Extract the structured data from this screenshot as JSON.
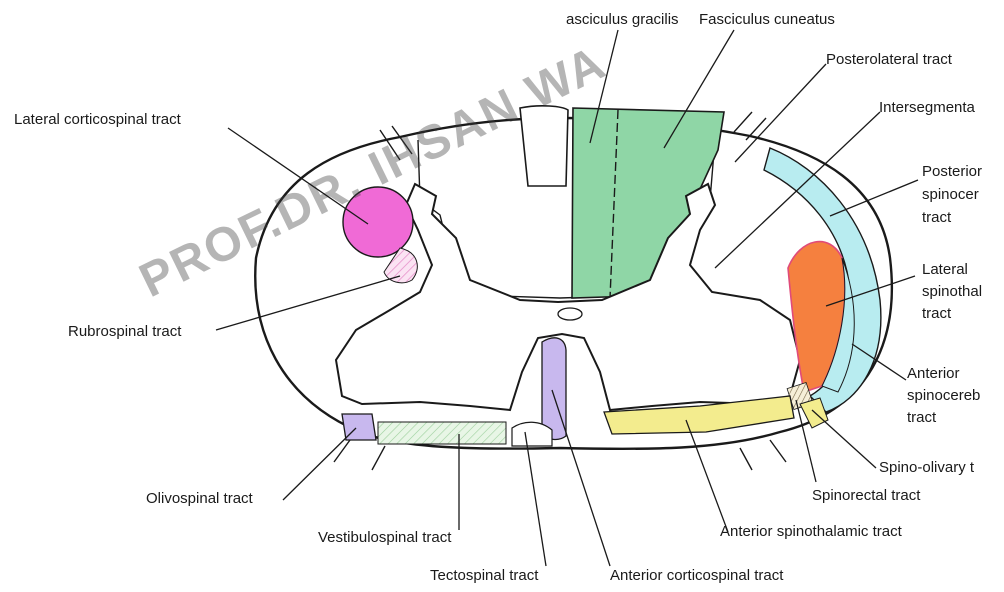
{
  "watermark": "PROF.DR. IHSAN WA",
  "labels": {
    "fasciculus_gracilis": "asciculus gracilis",
    "fasciculus_cuneatus": "Fasciculus cuneatus",
    "posterolateral_tract": "Posterolateral tract",
    "intersegmental": "Intersegmenta",
    "lateral_corticospinal": "Lateral corticospinal tract",
    "posterior_spinocerebellar": [
      "Posterior",
      "spinocer",
      "tract"
    ],
    "lateral_spinothalamic": [
      "Lateral",
      "spinothal",
      "tract"
    ],
    "rubrospinal": "Rubrospinal tract",
    "anterior_spinocerebellar": [
      "Anterior",
      "spinocereb",
      "tract"
    ],
    "spino_olivary": "Spino-olivary t",
    "spinorectal": "Spinorectal tract",
    "olivospinal": "Olivospinal tract",
    "anterior_spinothalamic": "Anterior spinothalamic tract",
    "vestibulospinal": "Vestibulospinal tract",
    "tectospinal": "Tectospinal tract",
    "anterior_corticospinal": "Anterior corticospinal tract"
  },
  "colors": {
    "fasciculus": "#8fd6a6",
    "lateral_corticospinal": "#f06ad6",
    "posterior_spinocerebellar": "#b8ecf0",
    "lateral_spinothalamic": "#f5803f",
    "anterior_spinothalamic": "#f3ec8e",
    "olivospinal": "#c8b8ee",
    "anterior_corticospinal": "#c8b8ee",
    "vestibulospinal": "#dff2dc"
  }
}
